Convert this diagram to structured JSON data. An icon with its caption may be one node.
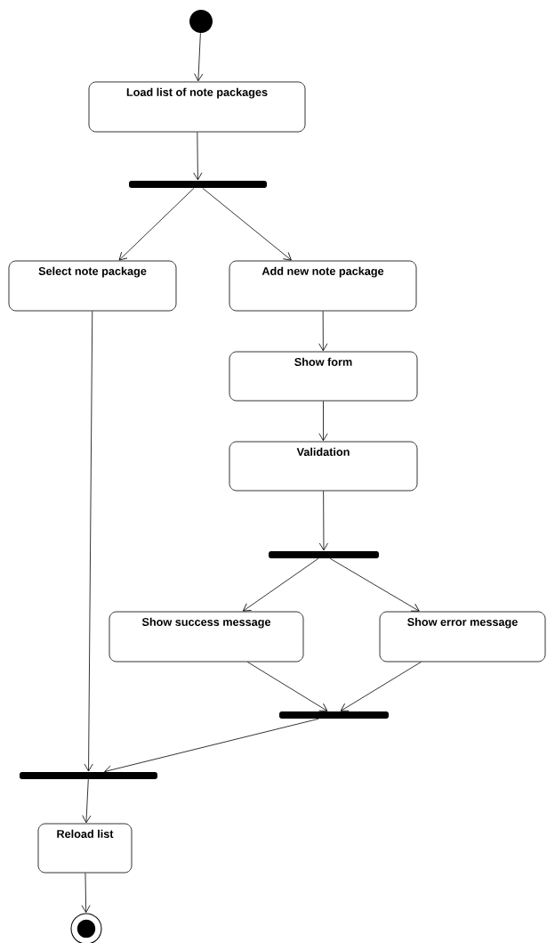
{
  "diagram": {
    "nodes": [
      {
        "text": [],
        "shape": "circle"
      },
      {
        "text": [
          "Load list of note packages"
        ]
      },
      {
        "text": [],
        "shape": "bar"
      },
      {
        "text": [
          "Select note package"
        ]
      },
      {
        "text": [
          "Add new note package"
        ]
      },
      {
        "text": [
          "Show form"
        ]
      },
      {
        "text": [
          "Validation"
        ]
      },
      {
        "text": [],
        "shape": "bar"
      },
      {
        "text": [
          "Show success message"
        ]
      },
      {
        "text": [
          "Show error message"
        ]
      },
      {
        "text": [],
        "shape": "bar"
      },
      {
        "text": [],
        "shape": "bar"
      },
      {
        "text": [
          "Reload list"
        ]
      },
      {
        "text": [],
        "shape": "circle"
      }
    ],
    "edges": [
      {
        "from": 0,
        "to": 1,
        "arrow": "to"
      },
      {
        "from": 1,
        "to": 2,
        "arrow": "to"
      },
      {
        "from": 2,
        "to": 3,
        "arrow": "to"
      },
      {
        "from": 2,
        "to": 4,
        "arrow": "to"
      },
      {
        "from": 4,
        "to": 5,
        "arrow": "to"
      },
      {
        "from": 5,
        "to": 6,
        "arrow": "to"
      },
      {
        "from": 6,
        "to": 7,
        "arrow": "to"
      },
      {
        "from": 7,
        "to": 8,
        "arrow": "to"
      },
      {
        "from": 7,
        "to": 9,
        "arrow": "to"
      },
      {
        "from": 8,
        "to": 10,
        "arrow": "to"
      },
      {
        "from": 9,
        "to": 10,
        "arrow": "to"
      },
      {
        "from": 3,
        "to": 11,
        "arrow": "to"
      },
      {
        "from": 10,
        "to": 11,
        "arrow": "to"
      },
      {
        "from": 11,
        "to": 12,
        "arrow": "to"
      },
      {
        "from": 12,
        "to": 13,
        "arrow": "to"
      }
    ]
  }
}
